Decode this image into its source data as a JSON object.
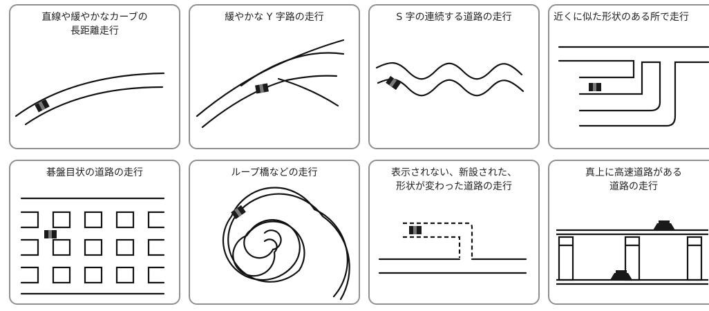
{
  "colors": {
    "border": "#8f8f8f",
    "line": "#111111",
    "car_dark": "#1a1a1a",
    "car_light": "#7a7a7a"
  },
  "panels": [
    {
      "id": "long-distance",
      "lines": [
        "直線や緩やかなカーブの",
        "長距離走行"
      ],
      "icon": "car-icon"
    },
    {
      "id": "y-junction",
      "lines": [
        "緩やかな Y 字路の走行"
      ],
      "icon": "car-icon"
    },
    {
      "id": "s-curve",
      "lines": [
        "S 字の連続する道路の走行"
      ],
      "icon": "car-icon"
    },
    {
      "id": "parallel-roads",
      "lines": [
        "近くに似た形状のある所で走行"
      ],
      "icon": "car-icon"
    },
    {
      "id": "grid-roads",
      "lines": [
        "碁盤目状の道路の走行"
      ],
      "icon": "car-icon"
    },
    {
      "id": "loop-bridge",
      "lines": [
        "ループ橋などの走行"
      ],
      "icon": "car-icon"
    },
    {
      "id": "unlisted-roads",
      "lines": [
        "表示されない、新設された、",
        "形状が変わった道路の走行"
      ],
      "icon": "car-icon"
    },
    {
      "id": "elevated-road",
      "lines": [
        "真上に高速道路がある",
        "道路の走行"
      ],
      "icon": "car-icon"
    }
  ]
}
